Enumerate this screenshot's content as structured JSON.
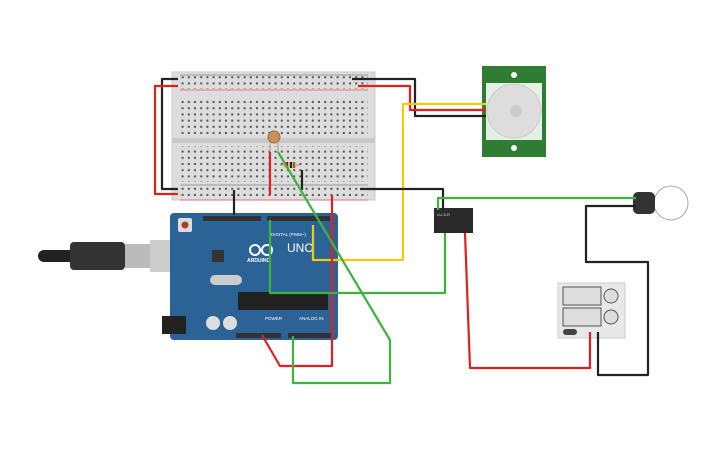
{
  "arduino": {
    "brand": "ARDUINO",
    "model": "UNO",
    "digital_label": "DIGITAL (PWM~)",
    "power_label": "POWER",
    "analog_label": "ANALOG IN",
    "color": "#2c6396"
  },
  "pir": {
    "color": "#2e7d32"
  },
  "relay": {
    "label": "LU-5-R"
  },
  "wire_colors": {
    "black": "#222222",
    "red": "#e02020",
    "green": "#3cb33c",
    "yellow": "#f2cc0c"
  }
}
